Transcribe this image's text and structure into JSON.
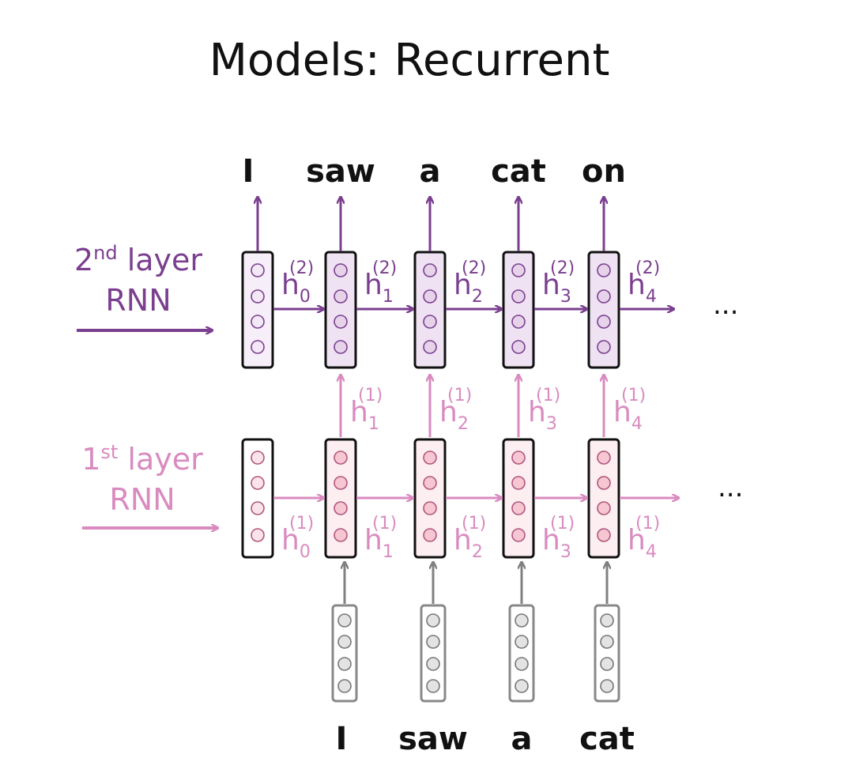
{
  "title": "Models: Recurrent",
  "output_words": [
    "I",
    "saw",
    "a",
    "cat",
    "on"
  ],
  "input_words": [
    "I",
    "saw",
    "a",
    "cat"
  ],
  "layer2": {
    "label_line1_main": "2",
    "label_line1_sup": "nd",
    "label_line1_rest": " layer",
    "label_line2": "RNN",
    "states": [
      {
        "sym": "h",
        "sup": "(2)",
        "sub": "0"
      },
      {
        "sym": "h",
        "sup": "(2)",
        "sub": "1"
      },
      {
        "sym": "h",
        "sup": "(2)",
        "sub": "2"
      },
      {
        "sym": "h",
        "sup": "(2)",
        "sub": "3"
      },
      {
        "sym": "h",
        "sup": "(2)",
        "sub": "4"
      }
    ],
    "ellipsis": "...",
    "color": "#7b3f8f",
    "node_fill": "#e6d3ea"
  },
  "layer1": {
    "label_line1_main": "1",
    "label_line1_sup": "st",
    "label_line1_rest": " layer",
    "label_line2": "RNN",
    "states": [
      {
        "sym": "h",
        "sup": "(1)",
        "sub": "0"
      },
      {
        "sym": "h",
        "sup": "(1)",
        "sub": "1"
      },
      {
        "sym": "h",
        "sup": "(1)",
        "sub": "2"
      },
      {
        "sym": "h",
        "sup": "(1)",
        "sub": "3"
      },
      {
        "sym": "h",
        "sup": "(1)",
        "sub": "4"
      }
    ],
    "vertical_states": [
      {
        "sym": "h",
        "sup": "(1)",
        "sub": "1"
      },
      {
        "sym": "h",
        "sup": "(1)",
        "sub": "2"
      },
      {
        "sym": "h",
        "sup": "(1)",
        "sub": "3"
      },
      {
        "sym": "h",
        "sup": "(1)",
        "sub": "4"
      }
    ],
    "ellipsis": "...",
    "color": "#d98bbf",
    "node_fill": "#f6c6d2"
  },
  "input_color": "#808080",
  "input_node_fill": "#e3e3e3"
}
